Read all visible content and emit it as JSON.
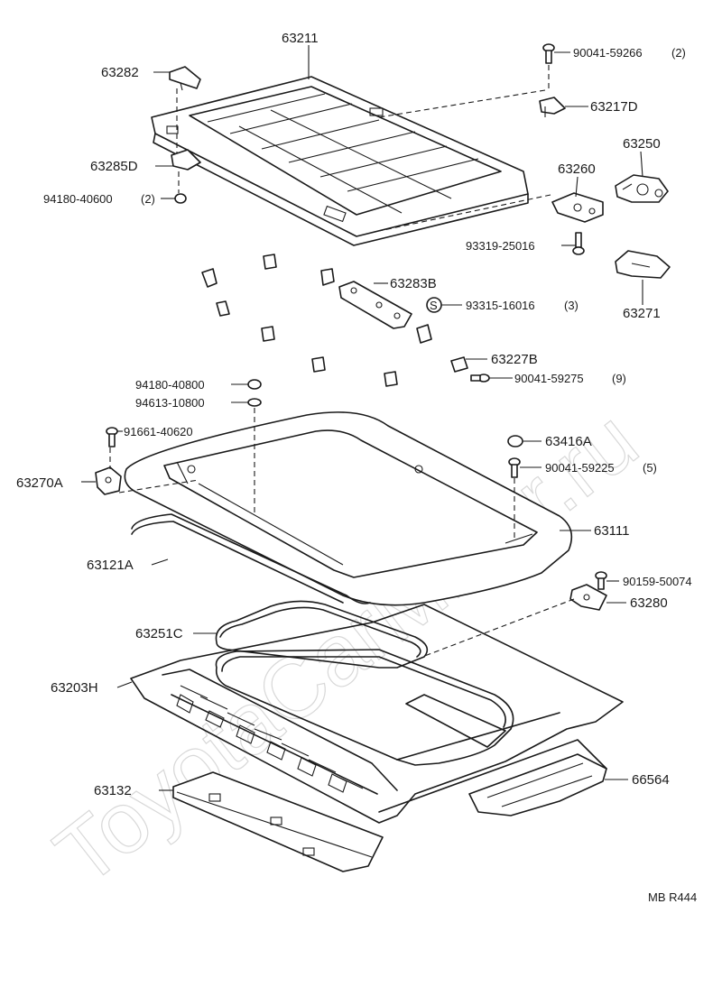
{
  "watermark": "ToyotaCarMiner.ru",
  "figure_code": "MB R444",
  "labels": {
    "p63211": "63211",
    "p63282": "63282",
    "p90041_59266": "90041-59266",
    "p90041_59266_qty": "(2)",
    "p63217D": "63217D",
    "p63250": "63250",
    "p63260": "63260",
    "p63285D": "63285D",
    "p94180_40600": "94180-40600",
    "p94180_40600_qty": "(2)",
    "p93319_25016": "93319-25016",
    "p63271": "63271",
    "p63283B": "63283B",
    "s_mark": "S",
    "p93315_16016": "93315-16016",
    "p93315_16016_qty": "(3)",
    "p63227B": "63227B",
    "p94180_40800": "94180-40800",
    "p90041_59275": "90041-59275",
    "p90041_59275_qty": "(9)",
    "p94613_10800": "94613-10800",
    "p91661_40620": "91661-40620",
    "p63416A": "63416A",
    "p63270A": "63270A",
    "p90041_59225": "90041-59225",
    "p90041_59225_qty": "(5)",
    "p63111": "63111",
    "p63121A": "63121A",
    "p90159_50074": "90159-50074",
    "p63280": "63280",
    "p63251C": "63251C",
    "p63203H": "63203H",
    "p63132": "63132",
    "p66564": "66564"
  }
}
